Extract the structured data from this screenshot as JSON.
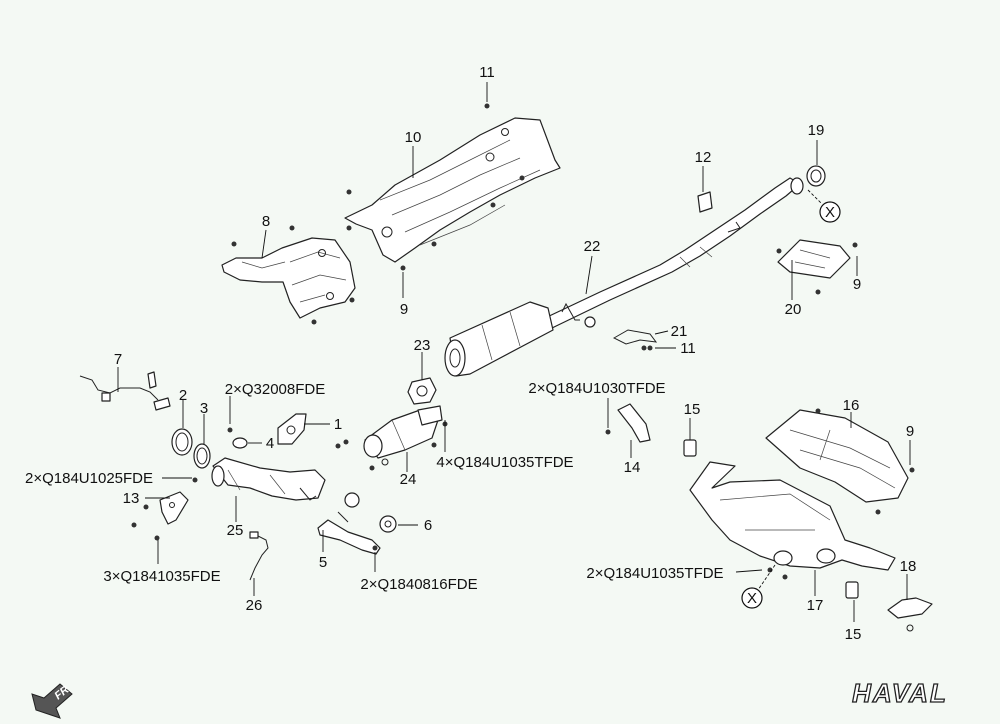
{
  "callouts": {
    "c1": "1",
    "c2": "2",
    "c3": "3",
    "c4": "4",
    "c5": "5",
    "c6": "6",
    "c7": "7",
    "c8": "8",
    "c9a": "9",
    "c9b": "9",
    "c9c": "9",
    "c10": "10",
    "c11a": "11",
    "c11b": "11",
    "c12": "12",
    "c13": "13",
    "c14": "14",
    "c15a": "15",
    "c15b": "15",
    "c16": "16",
    "c17": "17",
    "c18": "18",
    "c19": "19",
    "c20": "20",
    "c21": "21",
    "c22": "22",
    "c23": "23",
    "c24": "24",
    "c25": "25",
    "c26": "26"
  },
  "codes": {
    "q32008": "2×Q32008FDE",
    "q184u1030": "2×Q184U1030TFDE",
    "q184u1035_center": "4×Q184U1035TFDE",
    "q184u1025": "2×Q184U1025FDE",
    "q1841035": "3×Q1841035FDE",
    "q1840816": "2×Q1840816FDE",
    "q184u1035_rear": "2×Q184U1035TFDE"
  },
  "connectors": {
    "x_top": "X",
    "x_bottom": "X"
  },
  "brand": {
    "logo": "HAVAL",
    "direction": "FR"
  }
}
